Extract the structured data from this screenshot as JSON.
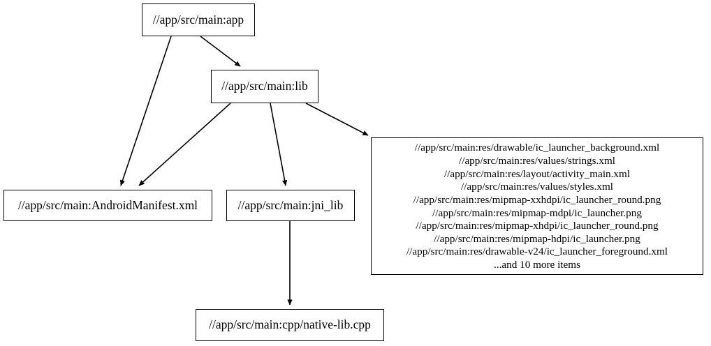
{
  "graph": {
    "type": "directed-dependency-graph",
    "background_color": "#ffffff",
    "node_border_color": "#000000",
    "edge_color": "#000000",
    "nodes": [
      {
        "id": "app",
        "label": "//app/src/main:app"
      },
      {
        "id": "lib",
        "label": "//app/src/main:lib"
      },
      {
        "id": "manifest",
        "label": "//app/src/main:AndroidManifest.xml"
      },
      {
        "id": "jni_lib",
        "label": "//app/src/main:jni_lib"
      },
      {
        "id": "res",
        "label": "//app/src/main:res/drawable/ic_launcher_background.xml\n//app/src/main:res/values/strings.xml\n//app/src/main:res/layout/activity_main.xml\n//app/src/main:res/values/styles.xml\n//app/src/main:res/mipmap-xxhdpi/ic_launcher_round.png\n//app/src/main:res/mipmap-mdpi/ic_launcher.png\n//app/src/main:res/mipmap-xhdpi/ic_launcher_round.png\n//app/src/main:res/mipmap-hdpi/ic_launcher.png\n//app/src/main:res/drawable-v24/ic_launcher_foreground.xml\n...and 10 more items",
        "lines": [
          "//app/src/main:res/drawable/ic_launcher_background.xml",
          "//app/src/main:res/values/strings.xml",
          "//app/src/main:res/layout/activity_main.xml",
          "//app/src/main:res/values/styles.xml",
          "//app/src/main:res/mipmap-xxhdpi/ic_launcher_round.png",
          "//app/src/main:res/mipmap-mdpi/ic_launcher.png",
          "//app/src/main:res/mipmap-xhdpi/ic_launcher_round.png",
          "//app/src/main:res/mipmap-hdpi/ic_launcher.png",
          "//app/src/main:res/drawable-v24/ic_launcher_foreground.xml",
          "...and 10 more items"
        ]
      },
      {
        "id": "cpp",
        "label": "//app/src/main:cpp/native-lib.cpp"
      }
    ],
    "edges": [
      {
        "from": "app",
        "to": "lib"
      },
      {
        "from": "app",
        "to": "manifest"
      },
      {
        "from": "lib",
        "to": "manifest"
      },
      {
        "from": "lib",
        "to": "jni_lib"
      },
      {
        "from": "lib",
        "to": "res"
      },
      {
        "from": "jni_lib",
        "to": "cpp"
      }
    ]
  }
}
